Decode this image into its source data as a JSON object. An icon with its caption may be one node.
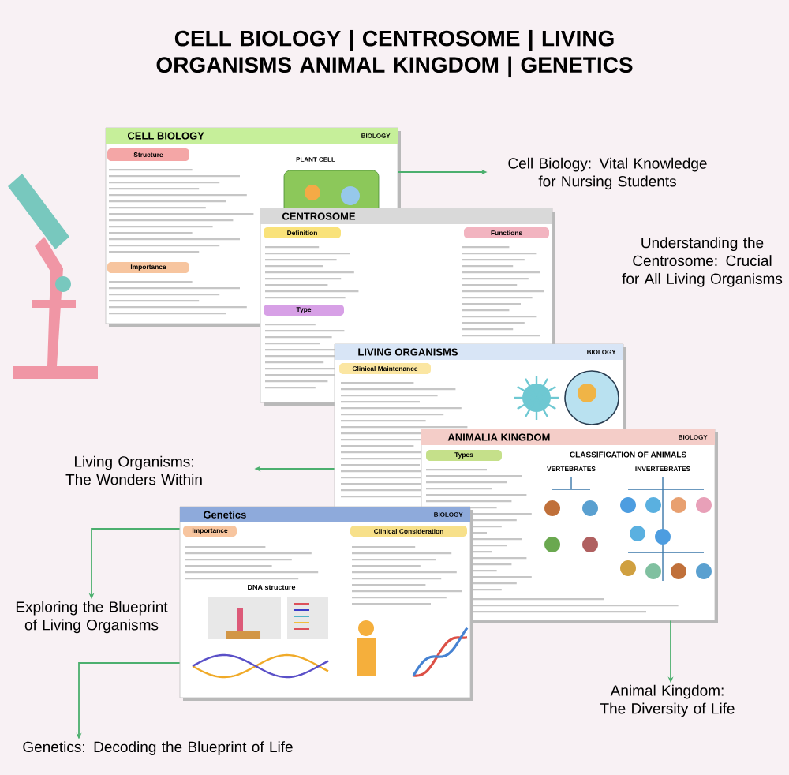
{
  "diagram": {
    "title": "CELL BIOLOGY | CENTROSOME | LIVING ORGANISMS ANIMAL KINGDOM | GENETICS",
    "nodes": [
      {
        "text": [
          "CELL BIOLOGY",
          "BIOLOGY",
          "PLANT CELL"
        ]
      },
      {
        "text": [
          "Structure"
        ],
        "in": 0
      },
      {
        "text": [
          "Importance"
        ],
        "in": 0
      },
      {
        "text": [
          "CENTROSOME"
        ]
      },
      {
        "text": [
          "Definition"
        ]
      },
      {
        "text": [
          "Type"
        ]
      },
      {
        "text": [
          "Functions"
        ],
        "in": 3
      },
      {
        "text": [
          "LIVING ORGANISMS",
          "BIOLOGY"
        ]
      },
      {
        "text": [
          "Clinical Maintenance"
        ]
      },
      {
        "text": [
          "ANIMALIA KINGDOM",
          "BIOLOGY",
          "CLASSIFICATION OF ANIMALS",
          "VERTEBRATES",
          "INVERTEBRATES"
        ]
      },
      {
        "text": [
          "Types"
        ]
      },
      {
        "text": [
          "Genetics",
          "BIOLOGY",
          "DNA structure"
        ]
      },
      {
        "text": [
          "Importance"
        ],
        "in": 11
      },
      {
        "text": [
          "Clinical Consideration"
        ]
      },
      {
        "text": [
          "Cell Biology: Vital Knowledge for Nursing Students"
        ]
      },
      {
        "text": [
          "Living Organisms: The Wonders Within"
        ]
      },
      {
        "text": [
          "Exploring the Blueprint of Living Organisms"
        ]
      },
      {
        "text": [
          "Animal Kingdom: The Diversity of Life"
        ]
      },
      {
        "text": [
          "Genetics: Decoding the Blueprint of Life"
        ]
      }
    ],
    "edges": [
      {
        "from": 0,
        "to": 14,
        "arrow": "to"
      },
      {
        "from": 7,
        "to": 15,
        "arrow": "to"
      },
      {
        "from": 11,
        "to": 16,
        "arrow": "to"
      },
      {
        "from": 11,
        "to": 18,
        "arrow": "to"
      },
      {
        "from": 9,
        "to": 17,
        "arrow": "to"
      }
    ],
    "labels": [
      "Understanding the Centrosome: Crucial for All Living Organisms"
    ]
  }
}
